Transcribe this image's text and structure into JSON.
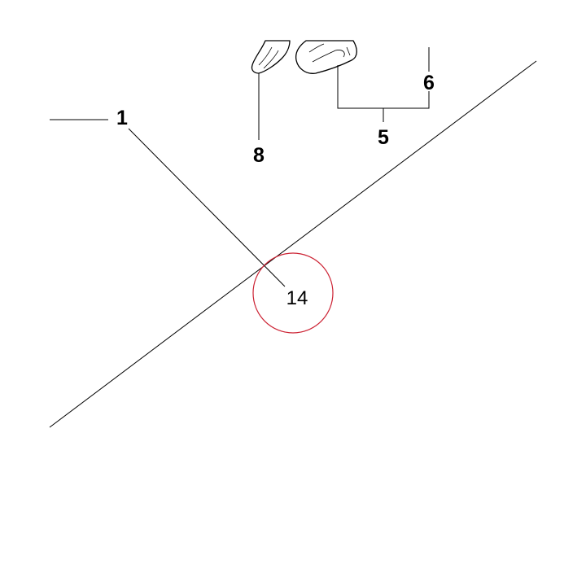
{
  "callouts": {
    "part_1": "1",
    "part_5": "5",
    "part_6": "6",
    "part_8": "8",
    "part_14": "14"
  },
  "highlight": {
    "label": "14",
    "ring_color": "#cc2233"
  },
  "colors": {
    "line": "#000000",
    "background": "#ffffff"
  }
}
